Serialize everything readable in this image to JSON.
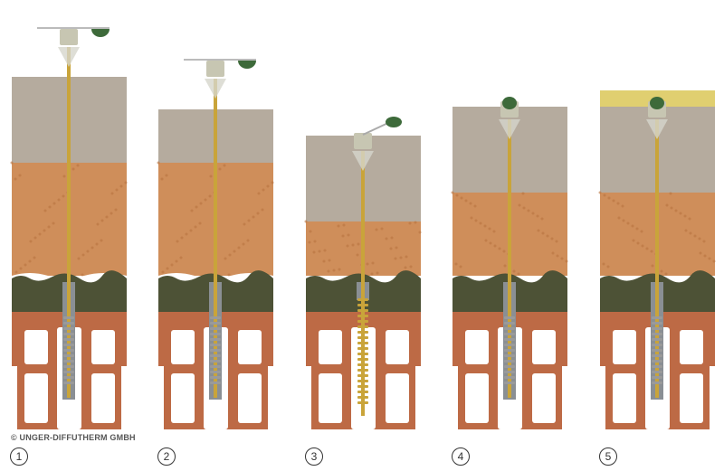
{
  "copyright": "© UNGER-DIFFUTHERM GMBH",
  "steps": [
    {
      "label": "1",
      "cap": "tilted-open",
      "layers": "three"
    },
    {
      "label": "2",
      "cap": "tilted-open",
      "layers": "three"
    },
    {
      "label": "3",
      "cap": "lifted",
      "layers": "three"
    },
    {
      "label": "4",
      "cap": "closed",
      "layers": "three"
    },
    {
      "label": "5",
      "cap": "closed-plastered",
      "layers": "three"
    }
  ],
  "colors": {
    "insulation_grey": "#b5ab9e",
    "woodfibre_orange": "#cf8e5a",
    "mortar_dark": "#4d5236",
    "brick": "#bd6a45",
    "screw": "#c9a43a",
    "plaster": "#e0cf70",
    "cap_green": "#3d6a3a"
  }
}
